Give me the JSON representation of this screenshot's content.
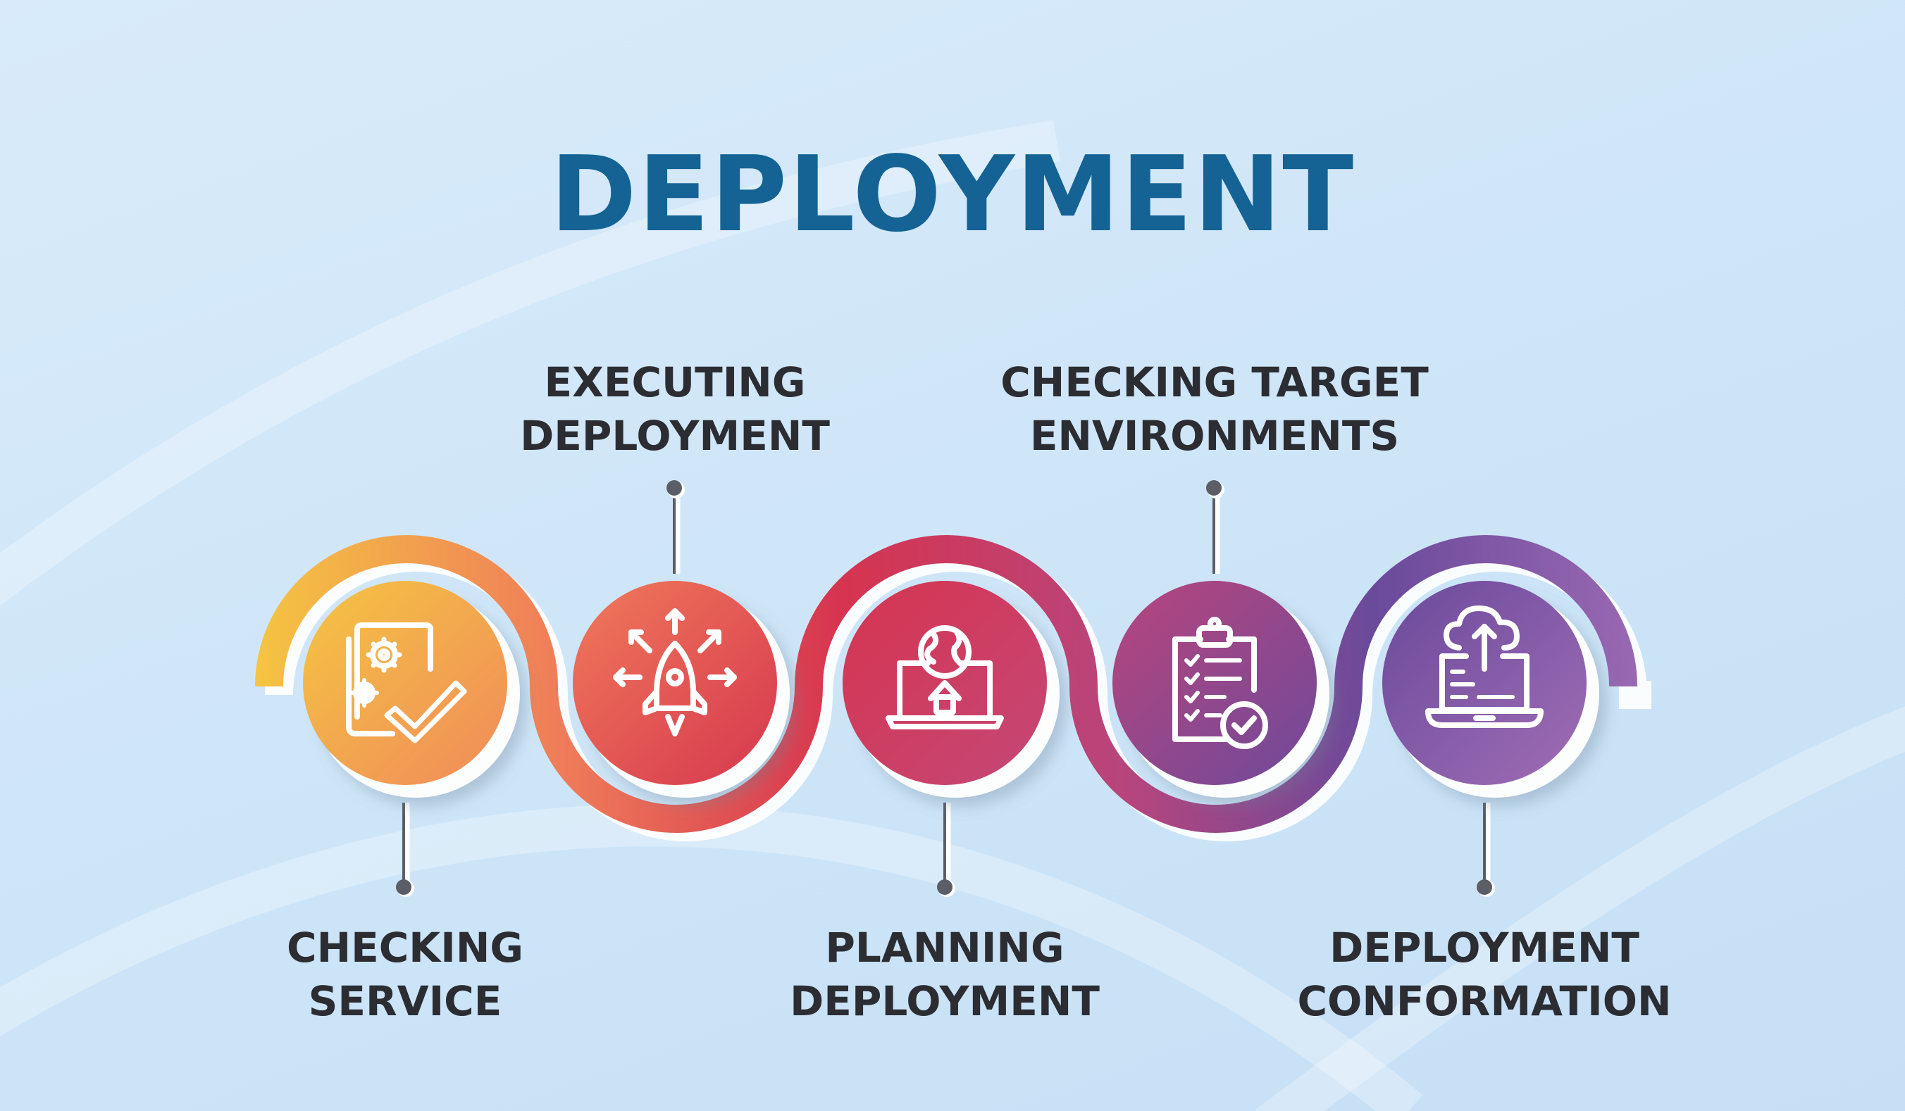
{
  "title": "DEPLOYMENT",
  "colors": {
    "title": "#146394",
    "label_text": "#2b2d33",
    "connector": "#5b5e66",
    "step_gradients": [
      [
        "#f5c542",
        "#f08a5b"
      ],
      [
        "#f07a5a",
        "#d6374f"
      ],
      [
        "#d6344f",
        "#c44878"
      ],
      [
        "#b8457c",
        "#6e4a9a"
      ],
      [
        "#6a4a9b",
        "#a06db5"
      ]
    ]
  },
  "steps": [
    {
      "label": "CHECKING\nSERVICE",
      "position": "bottom",
      "icon": "gears-document-check-icon"
    },
    {
      "label": "EXECUTING\nDEPLOYMENT",
      "position": "top",
      "icon": "rocket-arrows-icon"
    },
    {
      "label": "PLANNING\nDEPLOYMENT",
      "position": "bottom",
      "icon": "laptop-globe-upload-icon"
    },
    {
      "label": "CHECKING TARGET\nENVIRONMENTS",
      "position": "top",
      "icon": "clipboard-checklist-icon"
    },
    {
      "label": "DEPLOYMENT\nCONFORMATION",
      "position": "bottom",
      "icon": "laptop-cloud-upload-icon"
    }
  ]
}
